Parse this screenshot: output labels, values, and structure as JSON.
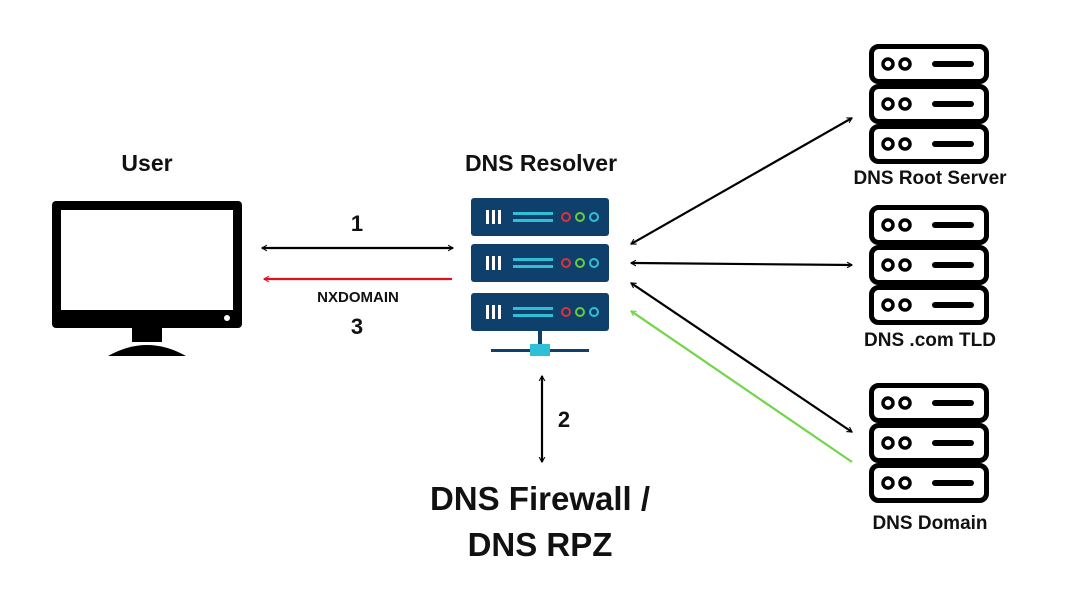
{
  "labels": {
    "user": "User",
    "resolver": "DNS Resolver",
    "step1": "1",
    "nxdomain": "NXDOMAIN",
    "step3": "3",
    "step2": "2",
    "firewall_line1": "DNS Firewall /",
    "firewall_line2": "DNS RPZ",
    "root": "DNS Root Server",
    "tld": "DNS .com TLD",
    "domain": "DNS Domain"
  },
  "colors": {
    "ink": "#000000",
    "resolver_fill": "#0f3f6b",
    "accent_cyan": "#2fc0d8",
    "dot_red": "#e0303a",
    "dot_green": "#6acb3c",
    "arrow_red": "#e0101e",
    "arrow_green": "#72d64a"
  }
}
